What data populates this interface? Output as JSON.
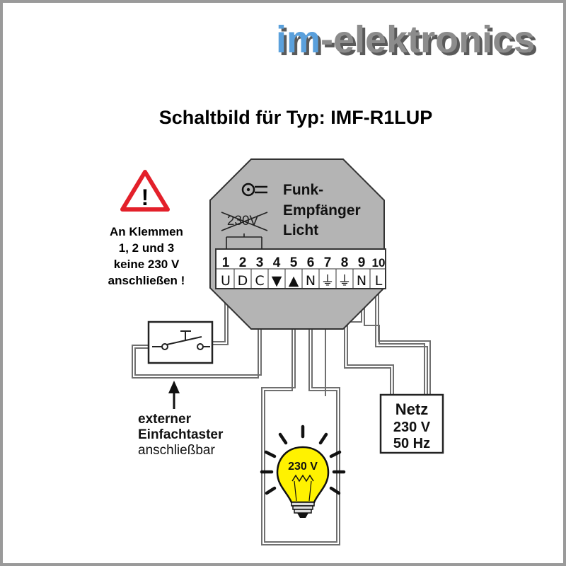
{
  "logo": {
    "part1": "im",
    "part2": "-elektronics",
    "color1": "#5aa0dc",
    "color2": "#8c8c8c"
  },
  "title": "Schaltbild für Typ: IMF-R1LUP",
  "module": {
    "line1": "Funk-",
    "line2": "Empfänger",
    "line3": "Licht",
    "crossed_voltage": "230V",
    "body_color": "#b4b4b4"
  },
  "terminals": [
    {
      "number": "1",
      "label": "U"
    },
    {
      "number": "2",
      "label": "D"
    },
    {
      "number": "3",
      "label": "C"
    },
    {
      "number": "4",
      "label": "▼"
    },
    {
      "number": "5",
      "label": "▲"
    },
    {
      "number": "6",
      "label": "N"
    },
    {
      "number": "7",
      "label": "⏚"
    },
    {
      "number": "8",
      "label": "⏚"
    },
    {
      "number": "9",
      "label": "N"
    },
    {
      "number": "10",
      "label": "L"
    }
  ],
  "warning": {
    "line1": "An Klemmen",
    "line2": "1, 2 und 3",
    "line3": "keine 230 V",
    "line4": "anschließen !",
    "symbol": "!",
    "color": "#e3202a"
  },
  "switch": {
    "line1": "externer",
    "line2": "Einfachtaster",
    "line3": "anschließbar"
  },
  "lamp": {
    "voltage": "230 V",
    "color": "#fff200"
  },
  "mains": {
    "line1": "Netz",
    "line2": "230 V",
    "line3": "50 Hz"
  }
}
